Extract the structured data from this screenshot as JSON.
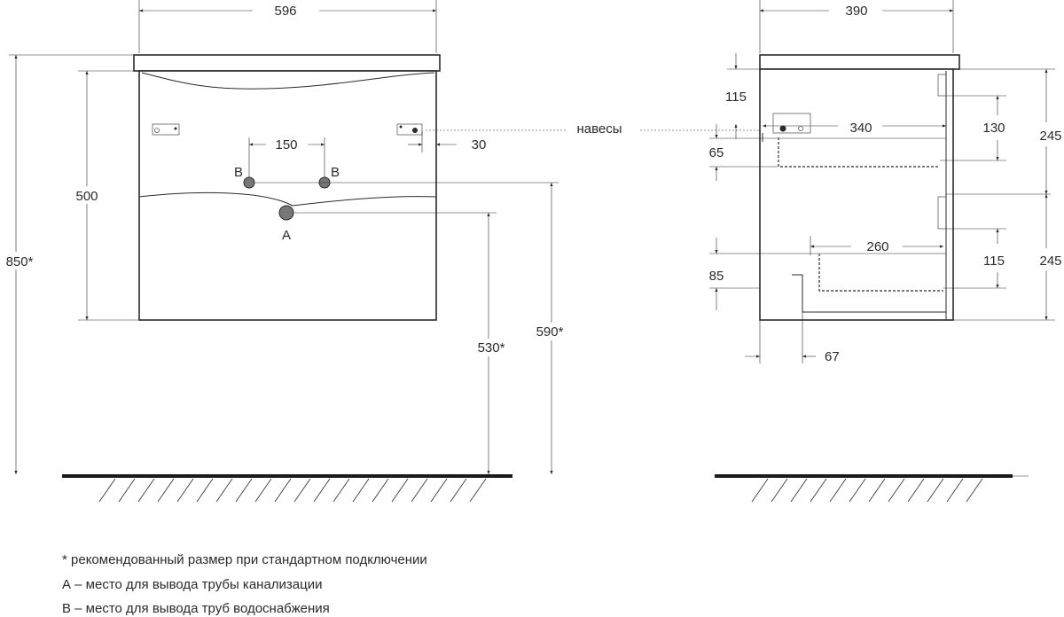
{
  "front_view": {
    "width": "596",
    "height_total": "850*",
    "body_height": "500",
    "pipe_spacing": "150",
    "hanger_offset": "30",
    "drain_height": "530*",
    "supply_height": "590*",
    "label_supply_left": "B",
    "label_supply_right": "B",
    "label_drain": "A"
  },
  "side_view": {
    "depth": "390",
    "hanger_label": "навесы",
    "hanger_top": "115",
    "hanger_depth": "340",
    "hanger_gap": "65",
    "drawer_top_height": "130",
    "drawer_top_right": "245",
    "drawer_bottom_depth": "260",
    "drawer_bottom_height": "115",
    "drawer_bottom_right": "245",
    "bottom_gap": "85",
    "panel_offset": "67"
  },
  "notes": [
    "* рекомендованный размер при стандартном подключении",
    "А – место для вывода трубы канализации",
    "В – место для вывода труб водоснабжения"
  ],
  "colors": {
    "line": "#2a2a2a",
    "floor": "#1a1a1a",
    "background": "#ffffff"
  }
}
